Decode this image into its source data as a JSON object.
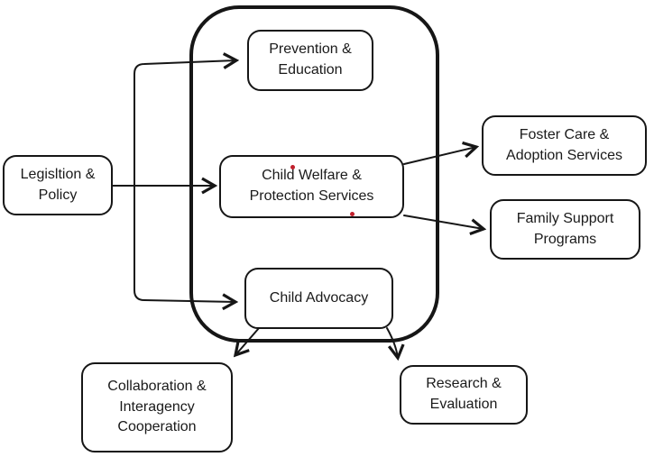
{
  "diagram": {
    "type": "flowchart",
    "nodes": [
      {
        "id": "legislation-policy",
        "label": "Legisltion & Policy"
      },
      {
        "id": "prevention-education",
        "label": "Prevention & Education"
      },
      {
        "id": "child-welfare-protection",
        "label": "Child Welfare & Protection Services"
      },
      {
        "id": "child-advocacy",
        "label": "Child Advocacy"
      },
      {
        "id": "foster-care-adoption",
        "label": "Foster Care & Adoption Services"
      },
      {
        "id": "family-support-programs",
        "label": "Family Support Programs"
      },
      {
        "id": "collaboration-interagency",
        "label": "Collaboration & Interagency Cooperation"
      },
      {
        "id": "research-evaluation",
        "label": "Research & Evaluation"
      }
    ],
    "edges": [
      {
        "from": "legislation-policy",
        "to": "prevention-education"
      },
      {
        "from": "legislation-policy",
        "to": "child-welfare-protection"
      },
      {
        "from": "legislation-policy",
        "to": "child-advocacy"
      },
      {
        "from": "child-welfare-protection",
        "to": "foster-care-adoption"
      },
      {
        "from": "child-welfare-protection",
        "to": "family-support-programs"
      },
      {
        "from": "child-advocacy",
        "to": "collaboration-interagency"
      },
      {
        "from": "child-advocacy",
        "to": "research-evaluation"
      }
    ],
    "colors": {
      "stroke": "#161616",
      "text": "#1a1a1a",
      "background": "#ffffff",
      "speck": "#c1202c"
    }
  }
}
